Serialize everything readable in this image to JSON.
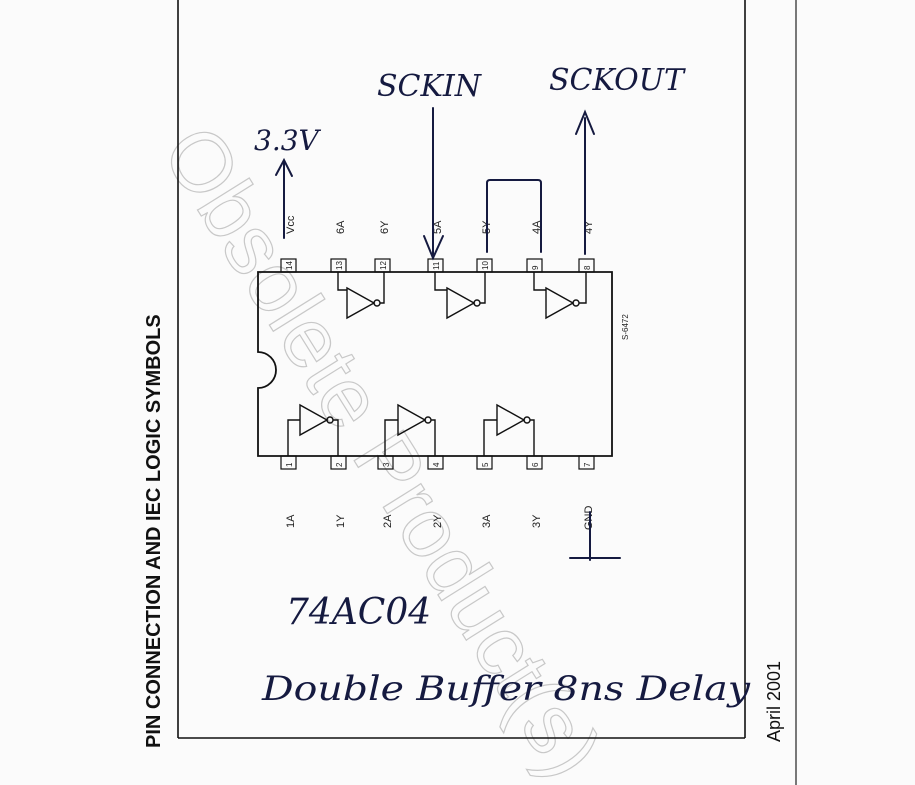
{
  "header": {
    "title": "PIN CONNECTION AND IEC LOGIC SYMBOLS",
    "date": "April 2001"
  },
  "watermark": "Obsolete Product(s)",
  "chip": {
    "code": "S-6472",
    "top_pins": [
      {
        "num": "14",
        "label": "Vcc"
      },
      {
        "num": "13",
        "label": "6A"
      },
      {
        "num": "12",
        "label": "6Y"
      },
      {
        "num": "11",
        "label": "5A"
      },
      {
        "num": "10",
        "label": "5Y"
      },
      {
        "num": "9",
        "label": "4A"
      },
      {
        "num": "8",
        "label": "4Y"
      }
    ],
    "bottom_pins": [
      {
        "num": "1",
        "label": "1A"
      },
      {
        "num": "2",
        "label": "1Y"
      },
      {
        "num": "3",
        "label": "2A"
      },
      {
        "num": "4",
        "label": "2Y"
      },
      {
        "num": "5",
        "label": "3A"
      },
      {
        "num": "6",
        "label": "3Y"
      },
      {
        "num": "7",
        "label": "GND"
      }
    ]
  },
  "annotations": {
    "voltage": "3.3V",
    "sck_in": "SCKIN",
    "sck_out": "SCKOUT",
    "part": "74AC04",
    "note": "Double Buffer 8ns Delay"
  },
  "colors": {
    "ink": "#151a40",
    "print": "#111111",
    "paper": "#fbfbfb"
  }
}
